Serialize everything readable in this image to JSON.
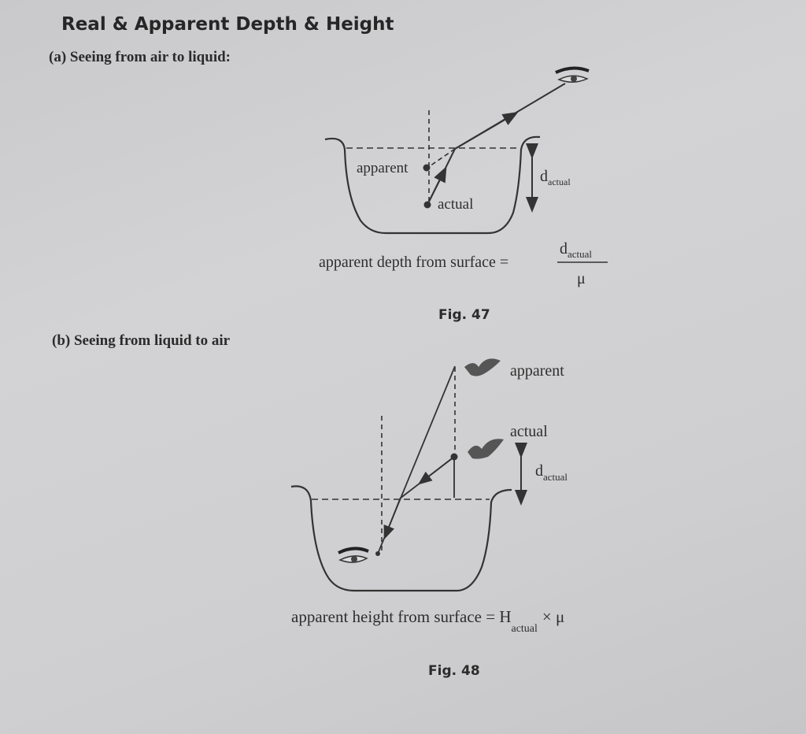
{
  "heading": "Real & Apparent Depth & Height",
  "section_a": {
    "label": "(a) Seeing from air to liquid:",
    "apparent_label": "apparent",
    "actual_label": "actual",
    "d_symbol": "d",
    "d_subscript": "actual",
    "formula_lhs": "apparent depth from surface =",
    "formula_num": "d",
    "formula_num_sub": "actual",
    "formula_den": "μ",
    "figure_caption": "Fig. 47"
  },
  "section_b": {
    "label": "(b) Seeing from liquid to air",
    "apparent_label": "apparent",
    "actual_label": "actual",
    "d_symbol": "d",
    "d_subscript": "actual",
    "formula_lhs": "apparent height from surface = H",
    "formula_sub": "actual",
    "formula_rhs": "× μ",
    "figure_caption": "Fig. 48"
  }
}
